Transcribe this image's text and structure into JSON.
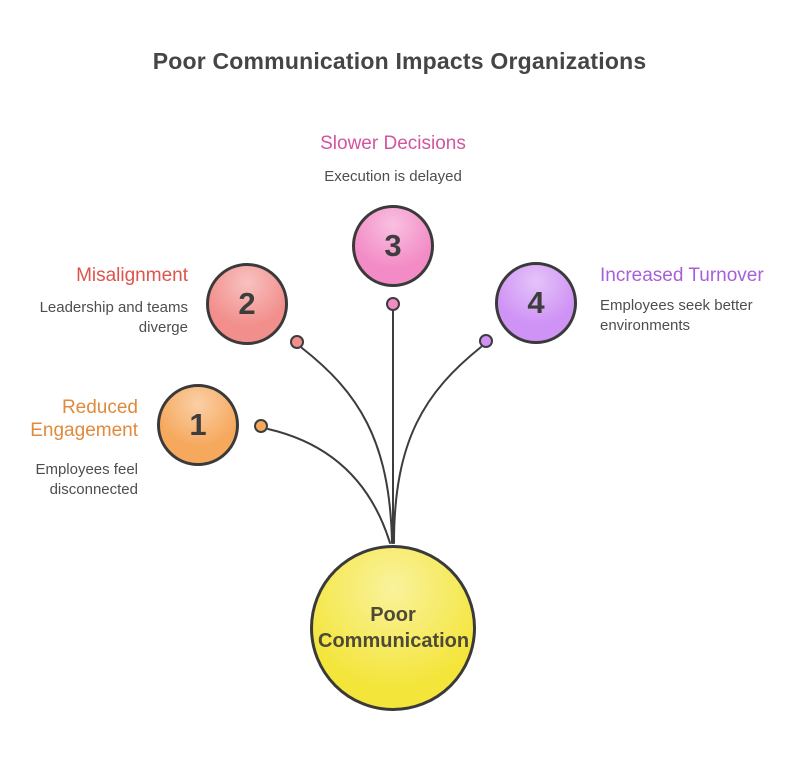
{
  "title": "Poor Communication Impacts Organizations",
  "colors": {
    "title_text": "#454545",
    "description_text": "#4e4e4e",
    "number_text": "#3d3d3d",
    "circle_stroke": "#3a3a3a",
    "line": "#3d3d3d"
  },
  "center_node": {
    "label": "Poor Communication",
    "fill": "#f4e53a",
    "text_color": "#4d4b35"
  },
  "nodes": [
    {
      "number": "1",
      "heading": "Reduced Engagement",
      "description": "Employees feel disconnected",
      "heading_color": "#e08a3c",
      "fill": "#f6a85c"
    },
    {
      "number": "2",
      "heading": "Misalignment",
      "description": "Leadership and teams diverge",
      "heading_color": "#dd544b",
      "fill": "#f28f8c"
    },
    {
      "number": "3",
      "heading": "Slower Decisions",
      "description": "Execution is delayed",
      "heading_color": "#d4549e",
      "fill": "#f38cc6"
    },
    {
      "number": "4",
      "heading": "Increased Turnover",
      "description": "Employees seek better environments",
      "heading_color": "#a85fd9",
      "fill": "#cf92f5"
    }
  ]
}
